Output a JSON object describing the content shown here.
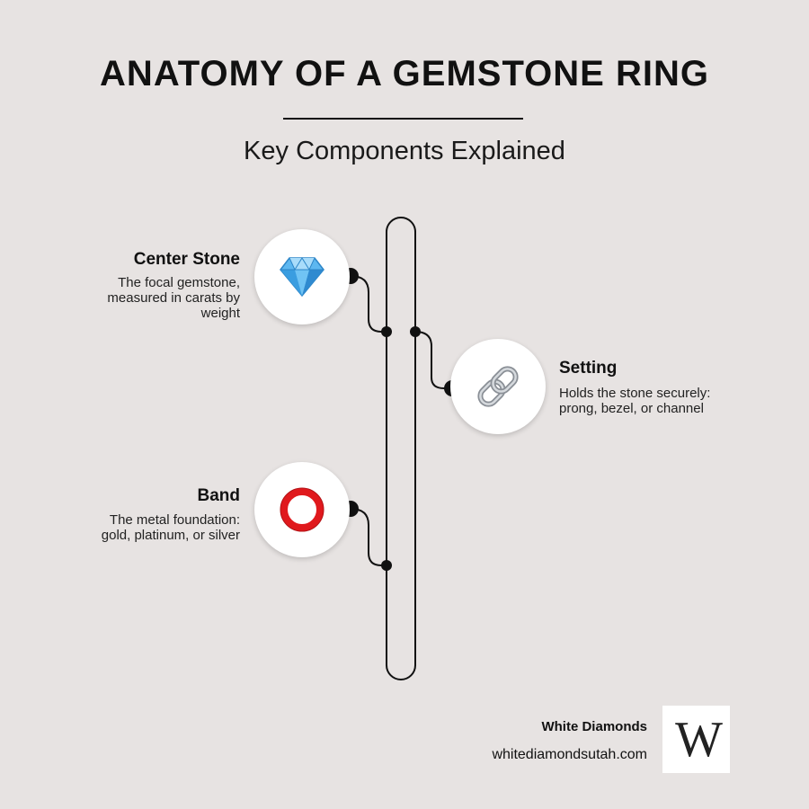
{
  "header": {
    "title": "ANATOMY OF A GEMSTONE RING",
    "subtitle": "Key Components Explained"
  },
  "components": [
    {
      "key": "center_stone",
      "title": "Center Stone",
      "description_lines": [
        "The focal gemstone,",
        "measured in carats by",
        "weight"
      ],
      "icon": "gem-icon"
    },
    {
      "key": "setting",
      "title": "Setting",
      "description_lines": [
        "Holds the stone securely:",
        "prong, bezel, or channel"
      ],
      "icon": "chain-link-icon"
    },
    {
      "key": "band",
      "title": "Band",
      "description_lines": [
        "The metal foundation:",
        "gold, platinum, or silver"
      ],
      "icon": "red-ring-icon"
    }
  ],
  "brand": {
    "name": "White Diamonds",
    "url": "whitediamondsutah.com",
    "logo_letter": "W"
  },
  "colors": {
    "background": "#e7e3e2",
    "line": "#111111",
    "gem": "#4aa8e8",
    "ring": "#e0191d"
  }
}
